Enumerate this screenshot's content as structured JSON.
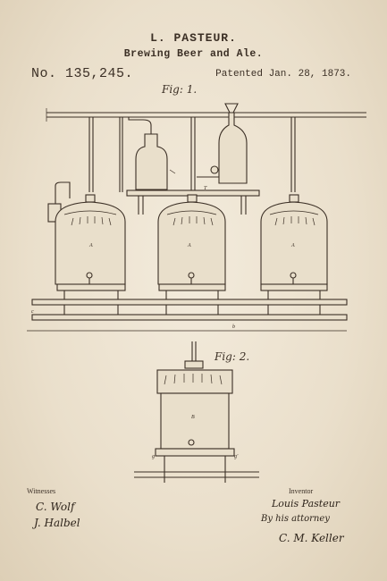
{
  "header": {
    "title": "L. PASTEUR.",
    "subtitle": "Brewing Beer and Ale.",
    "patent_number": "No. 135,245.",
    "patent_date": "Patented Jan. 28, 1873."
  },
  "figures": {
    "fig1_label": "Fig: 1.",
    "fig2_label": "Fig: 2."
  },
  "footer": {
    "witnesses_label": "Witnesses",
    "witness_1": "C. Wolf",
    "witness_2": "J. Halbel",
    "inventor_label": "Inventor",
    "inventor_signature": "Louis Pasteur",
    "attorney_line": "By his attorney",
    "attorney_signature": "C. M. Keller"
  },
  "colors": {
    "paper": "#ede3d2",
    "ink": "#3b2f25"
  }
}
